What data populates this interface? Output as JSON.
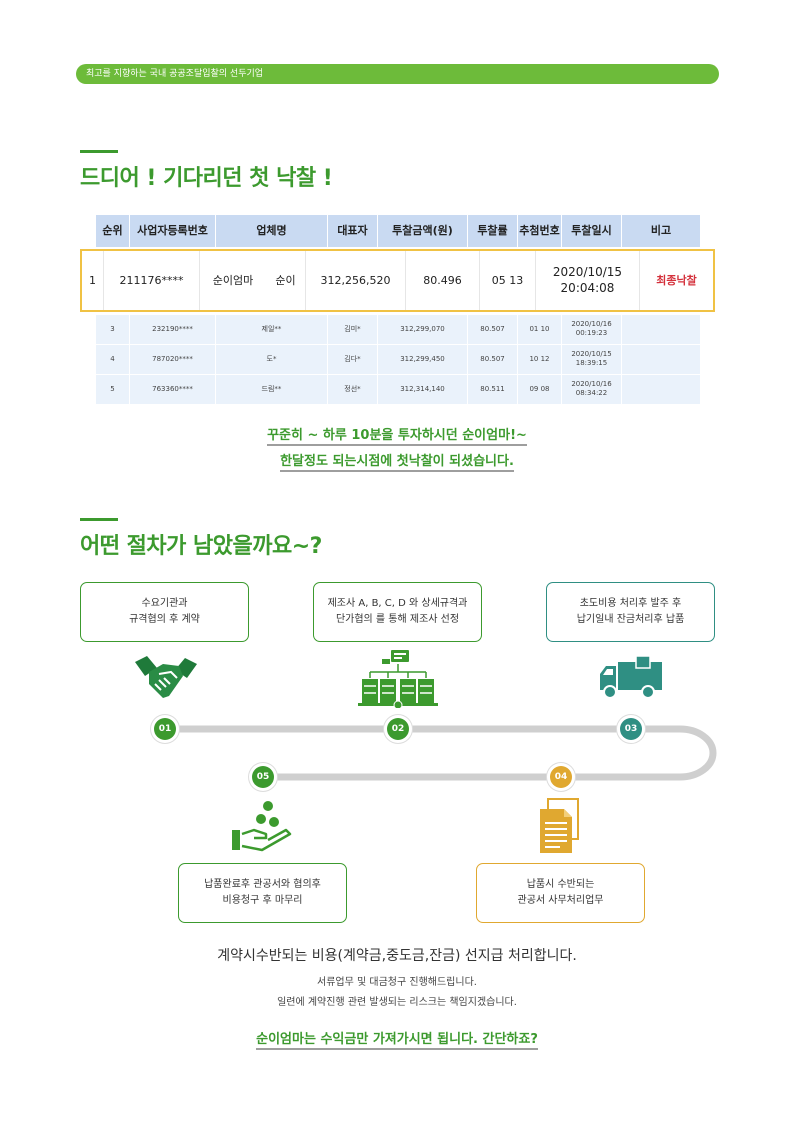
{
  "banner": {
    "text": "최고를 지향하는 국내 공공조달입찰의 선두기업"
  },
  "section1": {
    "title": "드디어 ! 기다리던 첫 낙찰 !"
  },
  "table": {
    "headers": [
      "순위",
      "사업자등록번호",
      "업체명",
      "대표자",
      "투찰금액(원)",
      "투찰률(%)",
      "추첨번호",
      "투찰일시",
      "비고"
    ],
    "highlight": {
      "rank": "1",
      "biz_no": "211176****",
      "company": "순이엄마",
      "rep": "순이",
      "amount": "312,256,520",
      "rate": "80.496",
      "draw": "05 13",
      "date": "2020/10/15",
      "time": "20:04:08",
      "note": "최종낙찰"
    },
    "rows": [
      {
        "rank": "3",
        "biz_no": "232190****",
        "company": "제일**",
        "rep": "김미*",
        "amount": "312,299,070",
        "rate": "80.507",
        "draw": "01 10",
        "date": "2020/10/16",
        "time": "00:19:23"
      },
      {
        "rank": "4",
        "biz_no": "787020****",
        "company": "도*",
        "rep": "김다*",
        "amount": "312,299,450",
        "rate": "80.507",
        "draw": "10 12",
        "date": "2020/10/15",
        "time": "18:39:15"
      },
      {
        "rank": "5",
        "biz_no": "763360****",
        "company": "드림**",
        "rep": "정선*",
        "amount": "312,314,140",
        "rate": "80.511",
        "draw": "09 08",
        "date": "2020/10/16",
        "time": "08:34:22"
      }
    ]
  },
  "message1": {
    "line1": "꾸준히 ~ 하루 10분을 투자하시던 순이엄마!~",
    "line2": "한달정도 되는시점에 첫낙찰이 되셨습니다."
  },
  "section2": {
    "title": "어떤 절차가 남았을까요~?"
  },
  "steps": [
    {
      "num": "01",
      "line1": "수요기관과",
      "line2": "규격협의 후 계약",
      "icon": "handshake-icon",
      "color": "#3c9a2e"
    },
    {
      "num": "02",
      "line1": "제조사 A, B, C, D 와 상세규격과",
      "line2": "단가협의 를 통해 제조사 선정",
      "icon": "factory-network-icon",
      "color": "#3c9a2e"
    },
    {
      "num": "03",
      "line1": "초도비용 처리후 발주 후",
      "line2": "납기일내 잔금처리후 납품",
      "icon": "delivery-truck-icon",
      "color": "#2f8f83"
    },
    {
      "num": "04",
      "line1": "납품시 수반되는",
      "line2": "관공서 사무처리업무",
      "icon": "documents-icon",
      "color": "#e0a830"
    },
    {
      "num": "05",
      "line1": "납품완료후 관공서와 협의후",
      "line2": "비용청구 후 마무리",
      "icon": "hand-coins-icon",
      "color": "#3c9a2e"
    }
  ],
  "footer": {
    "main": "계약시수반되는 비용(계약금,중도금,잔금) 선지급 처리합니다.",
    "sub1": "서류업무 및 대금청구 진행해드립니다.",
    "sub2": "일련에 계약진행 관련 발생되는 리스크는 책임지겠습니다.",
    "closing": "순이엄마는 수익금만 가져가시면 됩니다. 간단하죠?"
  }
}
